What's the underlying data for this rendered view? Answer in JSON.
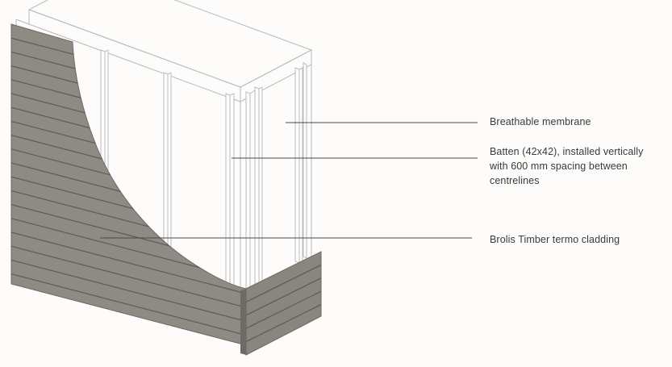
{
  "labels": {
    "membrane": {
      "lines": [
        "Breathable membrane"
      ]
    },
    "batten": {
      "lines": [
        "Batten (42x42), installed vertically",
        "with 600 mm spacing between",
        "centrelines"
      ]
    },
    "cladding": {
      "lines": [
        "Brolis Timber termo cladding"
      ]
    }
  },
  "colors": {
    "background": "#fdfcfa",
    "cladding": "#8f8a84",
    "cladding_dark": "#6d6863",
    "cladding_groove": "#5a5652",
    "outline": "#b9b9b9",
    "leader": "#4a4a4a",
    "text": "#3a3a3a"
  }
}
